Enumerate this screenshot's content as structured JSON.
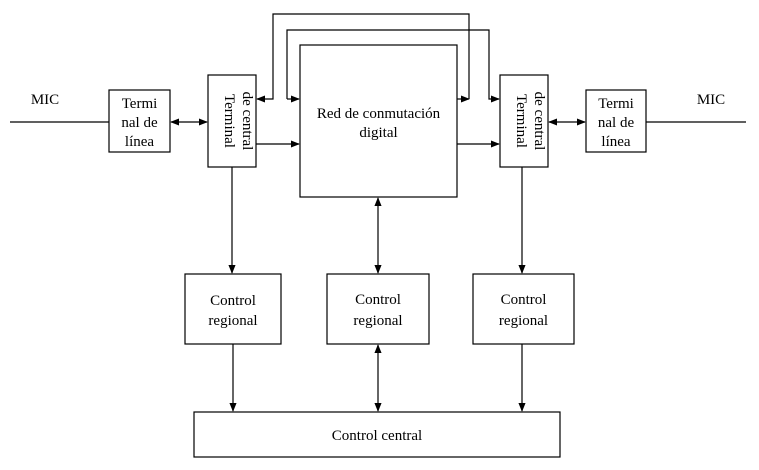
{
  "labels": {
    "mic_left": "MIC",
    "mic_right": "MIC",
    "terminal_linea_left": [
      "Termi",
      "nal de",
      "línea"
    ],
    "terminal_central_left": [
      "Terminal",
      "de central"
    ],
    "red_conmutacion": [
      "Red de conmutación",
      "digital"
    ],
    "terminal_central_right": [
      "Terminal",
      "de central"
    ],
    "terminal_linea_right": [
      "Termi",
      "nal de",
      "línea"
    ],
    "control_regional_left": [
      "Control",
      "regional"
    ],
    "control_regional_middle": [
      "Control",
      "regional"
    ],
    "control_regional_right": [
      "Control",
      "regional"
    ],
    "control_central": "Control central"
  }
}
